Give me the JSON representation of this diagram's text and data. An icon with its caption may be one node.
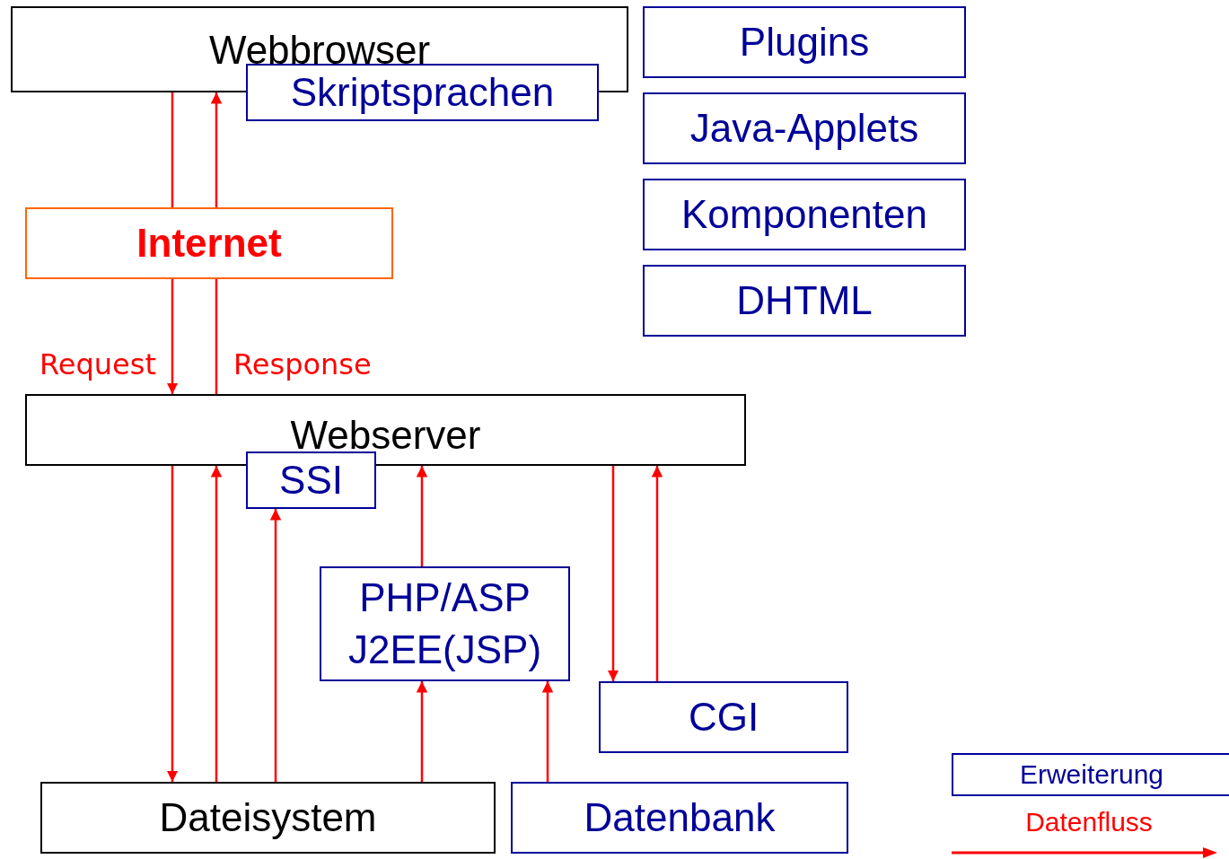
{
  "diagram": {
    "nodes": [
      {
        "text": [
          "Webbrowser"
        ]
      },
      {
        "text": [
          "Skriptsprachen"
        ]
      },
      {
        "text": [
          "Plugins"
        ]
      },
      {
        "text": [
          "Java-Applets"
        ]
      },
      {
        "text": [
          "Komponenten"
        ]
      },
      {
        "text": [
          "DHTML"
        ]
      },
      {
        "text": [
          "Internet"
        ]
      },
      {
        "text": [
          "Webserver"
        ]
      },
      {
        "text": [
          "SSI"
        ]
      },
      {
        "text": [
          "PHP/ASP",
          "J2EE(JSP)"
        ]
      },
      {
        "text": [
          "CGI"
        ]
      },
      {
        "text": [
          "Dateisystem"
        ]
      },
      {
        "text": [
          "Datenbank"
        ]
      }
    ],
    "edges": [
      {
        "from": 0,
        "to": 6,
        "arrow": "none"
      },
      {
        "from": 6,
        "to": 7,
        "arrow": "to",
        "label": "Request"
      },
      {
        "from": 7,
        "to": 6,
        "arrow": "none",
        "label": "Response"
      },
      {
        "from": 6,
        "to": 0,
        "arrow": "to"
      },
      {
        "from": 7,
        "to": 11,
        "arrow": "to"
      },
      {
        "from": 11,
        "to": 7,
        "arrow": "to"
      },
      {
        "from": 11,
        "to": 8,
        "arrow": "to"
      },
      {
        "from": 9,
        "to": 7,
        "arrow": "to"
      },
      {
        "from": 11,
        "to": 9,
        "arrow": "to"
      },
      {
        "from": 12,
        "to": 9,
        "arrow": "to"
      },
      {
        "from": 7,
        "to": 10,
        "arrow": "to"
      },
      {
        "from": 10,
        "to": 7,
        "arrow": "to"
      }
    ],
    "legend": [
      {
        "text": "Erweiterung"
      },
      {
        "text": "Datenfluss"
      }
    ]
  }
}
